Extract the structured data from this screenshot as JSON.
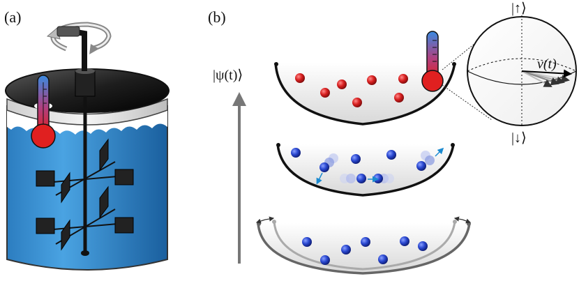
{
  "panel_a": {
    "label": "(a)"
  },
  "panel_b": {
    "label": "(b)",
    "state_label": "|ψ(t)⟩",
    "bloch": {
      "up_label": "|↑⟩",
      "down_label": "|↓⟩",
      "vector_label": "v(t)"
    }
  },
  "colors": {
    "water": "#2f86c8",
    "lid": "#1a1a1a",
    "hot_particle": "#d42222",
    "cold_particle": "#2846c8",
    "arrow": "#777777",
    "motion_arrow": "#1a8ad0"
  },
  "icons": [
    "thermometer-icon",
    "rotation-arrow-icon",
    "bloch-sphere-icon"
  ]
}
